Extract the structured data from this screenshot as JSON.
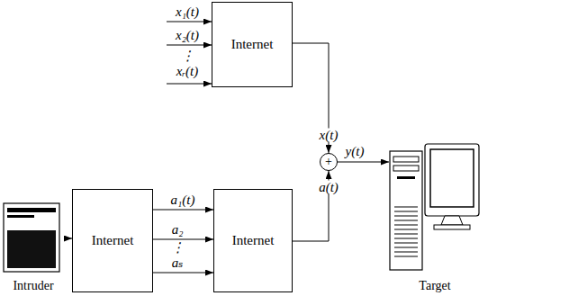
{
  "diagram": {
    "nodes": [
      {
        "text": [
          "Internet"
        ]
      },
      {
        "text": [
          "+"
        ]
      },
      {
        "text": [
          "Target"
        ]
      },
      {
        "text": [
          "Intruder"
        ]
      },
      {
        "text": [
          "Internet"
        ]
      },
      {
        "text": [
          "Internet"
        ]
      }
    ],
    "edges": [
      {
        "from": 0,
        "to": 1,
        "arrow": "to",
        "label": "x(t)"
      },
      {
        "from": 1,
        "to": 2,
        "arrow": "to",
        "label": "y(t)"
      },
      {
        "from": 5,
        "to": 1,
        "arrow": "to",
        "label": "a(t)"
      },
      {
        "from": 3,
        "to": 4,
        "arrow": "to"
      },
      {
        "from": 4,
        "to": 5,
        "arrow": "to",
        "label": "a₁(t)"
      },
      {
        "from": 4,
        "to": 5,
        "arrow": "to",
        "label": "a₂"
      },
      {
        "from": 4,
        "to": 5,
        "arrow": "to",
        "label": "aₛ"
      }
    ],
    "labels": [
      "x₁(t)",
      "x₂(t)",
      "⋮",
      "xᵣ(t)",
      "⋮"
    ]
  }
}
